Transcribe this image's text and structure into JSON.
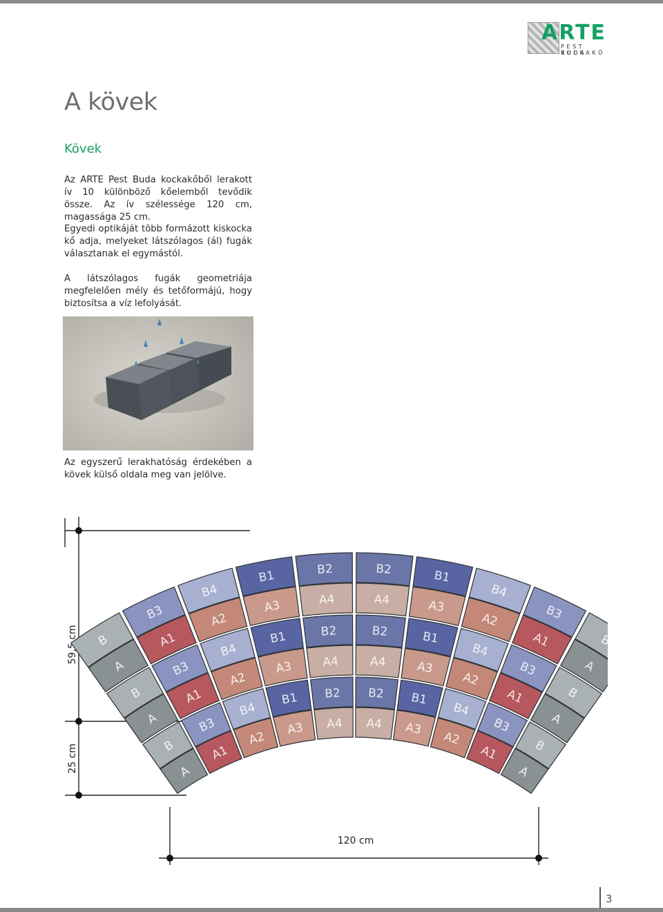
{
  "logo": {
    "name": "ARTE",
    "line1": "PEST BUDA",
    "line2": "KOCKAKŐ",
    "color": "#14a064"
  },
  "page": {
    "title": "A kövek",
    "section": "Kövek",
    "paragraphs": [
      "Az ARTE Pest Buda kockakőből lerakott ív 10 különböző kőelemből tevődik össze. Az ív szélessége 120 cm, magassága 25 cm.",
      "Egyedi optikáját több formázott kiskocka kő adja, melyeket látszólagos (ál) fugák választanak el egymástól.",
      "A látszólagos fugák geometriája megfelelően mély és tetőformájú, hogy biztosítsa a víz lefolyását.",
      "Az egyszerű lerakhatóság érdekében a kövek külső oldala meg van jelölve."
    ],
    "number": "3"
  },
  "diagram": {
    "dim_height_total": "59,5 cm",
    "dim_height_row": "25 cm",
    "dim_width": "120 cm",
    "rows": [
      [
        "A",
        "A1",
        "A2",
        "A3",
        "A4",
        "A"
      ],
      [
        "B",
        "B3",
        "B4",
        "B1",
        "B2",
        "B"
      ]
    ],
    "colors": {
      "A": "#8a9193",
      "B": "#aab1b4",
      "A1": "#b6585e",
      "A2": "#c48878",
      "A3": "#c99a8c",
      "A4": "#c8aea4",
      "B1": "#5865a2",
      "B2": "#6a75a8",
      "B3": "#8b94c0",
      "B4": "#a7b0d0"
    }
  }
}
